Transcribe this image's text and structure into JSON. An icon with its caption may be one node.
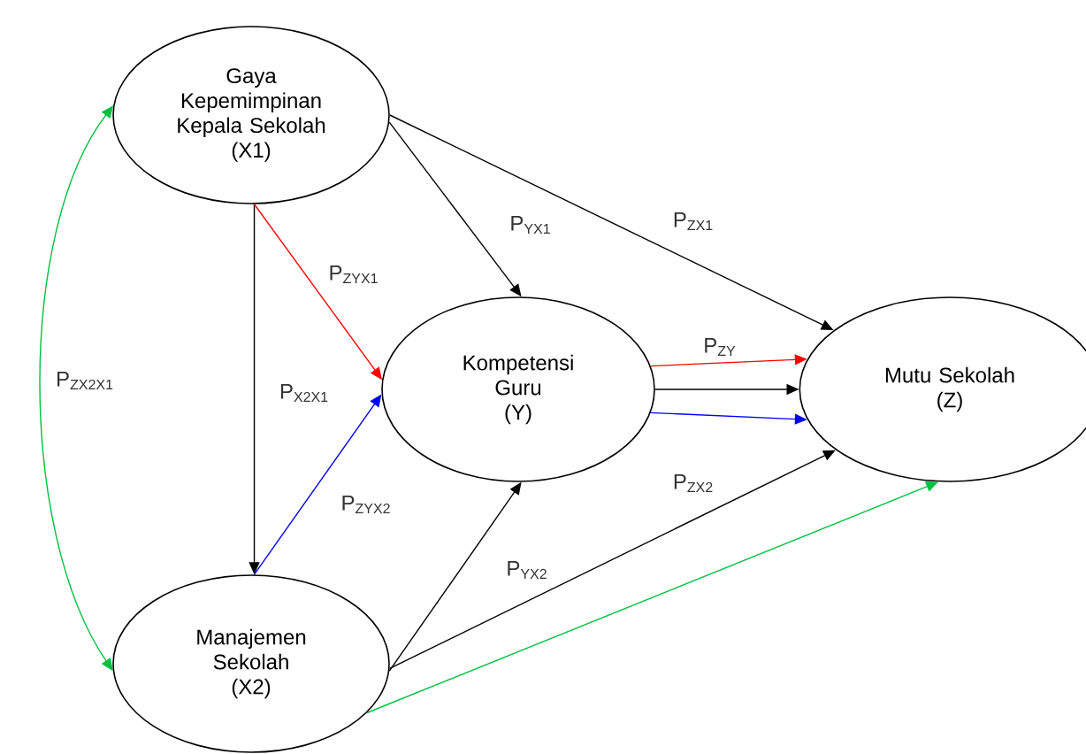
{
  "diagram": {
    "nodes": [
      {
        "text": [
          "Gaya Kepemimpinan Kepala Sekolah",
          "(X1)"
        ]
      },
      {
        "text": [
          "Kompetensi Guru",
          "(Y)"
        ]
      },
      {
        "text": [
          "Mutu Sekolah",
          "(Z)"
        ]
      },
      {
        "text": [
          "Manajemen Sekolah",
          "(X2)"
        ]
      }
    ],
    "edges": [
      {
        "from": 0,
        "to": 3,
        "arrow": "to",
        "label": "P$_{X2X1}$"
      },
      {
        "from": 0,
        "to": 1,
        "arrow": "to",
        "label": "P$_{YX1}$"
      },
      {
        "from": 0,
        "to": 2,
        "arrow": "to",
        "label": "P$_{ZX1}$"
      },
      {
        "from": 0,
        "to": 1,
        "arrow": "to",
        "label": "P$_{ZYX1}$",
        "color": "#ff0000"
      },
      {
        "from": 3,
        "to": 1,
        "arrow": "to",
        "label": "P$_{ZYX2}$",
        "color": "#0000ff"
      },
      {
        "from": 3,
        "to": 1,
        "arrow": "to",
        "label": "P$_{YX2}$"
      },
      {
        "from": 3,
        "to": 2,
        "arrow": "to",
        "label": "P$_{ZX2}$"
      },
      {
        "from": 3,
        "to": 2,
        "arrow": "to",
        "color": "#00c040"
      },
      {
        "from": 1,
        "to": 2,
        "arrow": "to",
        "label": "P$_{ZY}$",
        "color": "#ff0000"
      },
      {
        "from": 1,
        "to": 2,
        "arrow": "to"
      },
      {
        "from": 1,
        "to": 2,
        "arrow": "to",
        "color": "#0000ff"
      },
      {
        "from": 0,
        "to": 3,
        "arrow": "both",
        "label": "P$_{ZX2X1}$",
        "color": "#00c040"
      }
    ]
  }
}
